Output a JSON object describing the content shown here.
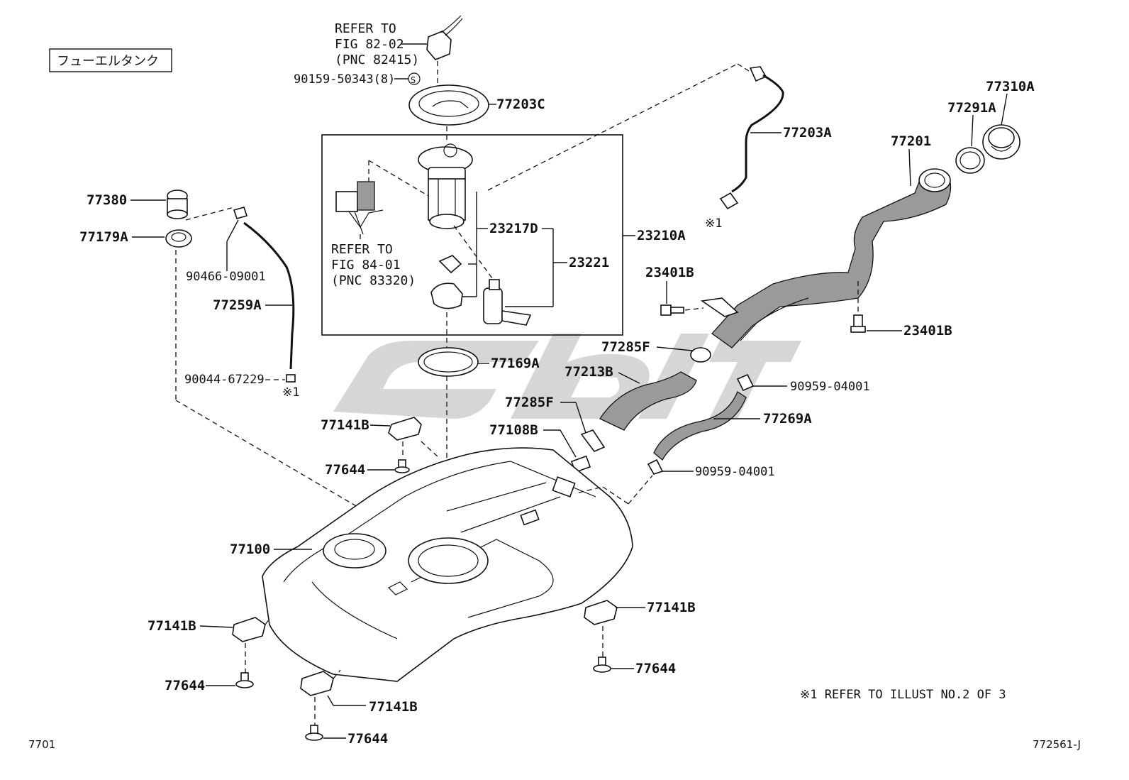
{
  "header": {
    "title_jp": "フューエルタンク"
  },
  "footer": {
    "figure_code": "7701",
    "illustration_id": "772561-J",
    "note": "※1  REFER TO ILLUST NO.2 OF 3"
  },
  "refs": {
    "fig_82_02": [
      "REFER TO",
      "FIG 82-02",
      "(PNC 82415)"
    ],
    "fig_84_01": [
      "REFER TO",
      "FIG 84-01",
      "(PNC 83320)"
    ]
  },
  "marks": {
    "note_mark": "※1"
  },
  "labels": {
    "p_90159": "90159-50343(8)",
    "p_77203C": "77203C",
    "p_77203A": "77203A",
    "p_77310A": "77310A",
    "p_77291A": "77291A",
    "p_77201": "77201",
    "p_77380": "77380",
    "p_77179A": "77179A",
    "p_90466": "90466-09001",
    "p_77259A": "77259A",
    "p_90044": "90044-67229",
    "p_23217D": "23217D",
    "p_23221": "23221",
    "p_23210A": "23210A",
    "p_23401B_top": "23401B",
    "p_23401B_right": "23401B",
    "p_77285F_a": "77285F",
    "p_77213B": "77213B",
    "p_90959_a": "90959-04001",
    "p_77285F_b": "77285F",
    "p_77269A": "77269A",
    "p_77108B": "77108B",
    "p_90959_b": "90959-04001",
    "p_77169A": "77169A",
    "p_77141B_a": "77141B",
    "p_77644_a": "77644",
    "p_77100": "77100",
    "p_77141B_b": "77141B",
    "p_77141B_c": "77141B",
    "p_77644_b": "77644",
    "p_77644_c": "77644",
    "p_77141B_d": "77141B",
    "p_77644_d": "77644"
  }
}
